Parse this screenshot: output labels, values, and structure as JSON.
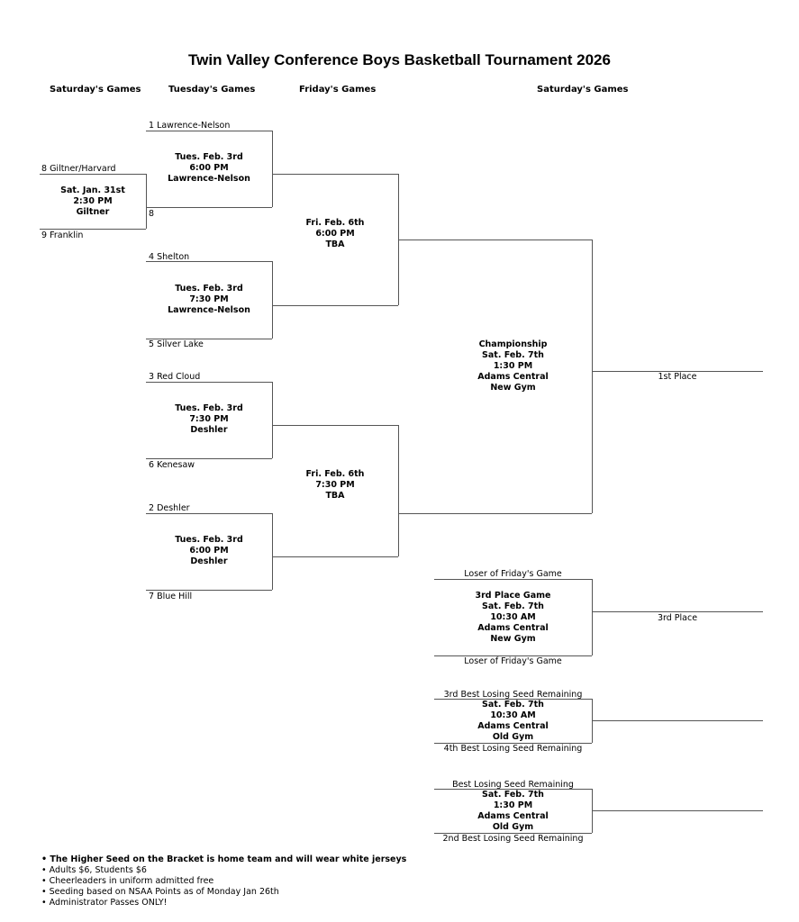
{
  "title": "Twin Valley Conference Boys Basketball Tournament 2026",
  "columns": [
    "Saturday's Games",
    "Tuesday's Games",
    "Friday's Games",
    "Saturday's Games"
  ],
  "teams": {
    "giltner_harvard": "8 Giltner/Harvard",
    "franklin": "9 Franklin",
    "lawrence_nelson": "1 Lawrence-Nelson",
    "seed8": "8",
    "shelton": "4 Shelton",
    "silver_lake": "5 Silver Lake",
    "red_cloud": "3 Red Cloud",
    "kenesaw": "6 Kenesaw",
    "deshler": "2 Deshler",
    "blue_hill": "7 Blue Hill"
  },
  "games": {
    "play_in": [
      "Sat. Jan. 31st",
      "2:30 PM",
      "Giltner"
    ],
    "tue1": [
      "Tues. Feb. 3rd",
      "6:00 PM",
      "Lawrence-Nelson"
    ],
    "tue2": [
      "Tues. Feb. 3rd",
      "7:30 PM",
      "Lawrence-Nelson"
    ],
    "tue3": [
      "Tues. Feb. 3rd",
      "7:30 PM",
      "Deshler"
    ],
    "tue4": [
      "Tues. Feb. 3rd",
      "6:00 PM",
      "Deshler"
    ],
    "fri1": [
      "Fri. Feb. 6th",
      "6:00 PM",
      "TBA"
    ],
    "fri2": [
      "Fri. Feb. 6th",
      "7:30 PM",
      "TBA"
    ],
    "championship": [
      "Championship",
      "Sat. Feb. 7th",
      "1:30 PM",
      "Adams Central",
      "New Gym"
    ],
    "third_place": [
      "3rd Place Game",
      "Sat. Feb. 7th",
      "10:30 AM",
      "Adams Central",
      "New Gym"
    ],
    "consolation1": [
      "Sat. Feb. 7th",
      "10:30 AM",
      "Adams Central",
      "Old Gym"
    ],
    "consolation2": [
      "Sat. Feb. 7th",
      "1:30 PM",
      "Adams Central",
      "Old Gym"
    ]
  },
  "labels": {
    "first_place": "1st Place",
    "third_place": "3rd Place",
    "loser_fri_top": "Loser of Friday's Game",
    "loser_fri_bottom": "Loser of Friday's Game",
    "best_3rd": "3rd Best Losing Seed Remaining",
    "best_4th": "4th Best Losing Seed Remaining",
    "best_1st": "Best Losing Seed Remaining",
    "best_2nd": "2nd Best Losing Seed Remaining"
  },
  "notes": [
    "• The Higher Seed on the Bracket is home team and will wear white jerseys",
    "• Adults $6, Students $6",
    "• Cheerleaders in uniform admitted free",
    "• Seeding based on NSAA Points as of Monday Jan 26th",
    "• Administrator Passes ONLY!"
  ]
}
